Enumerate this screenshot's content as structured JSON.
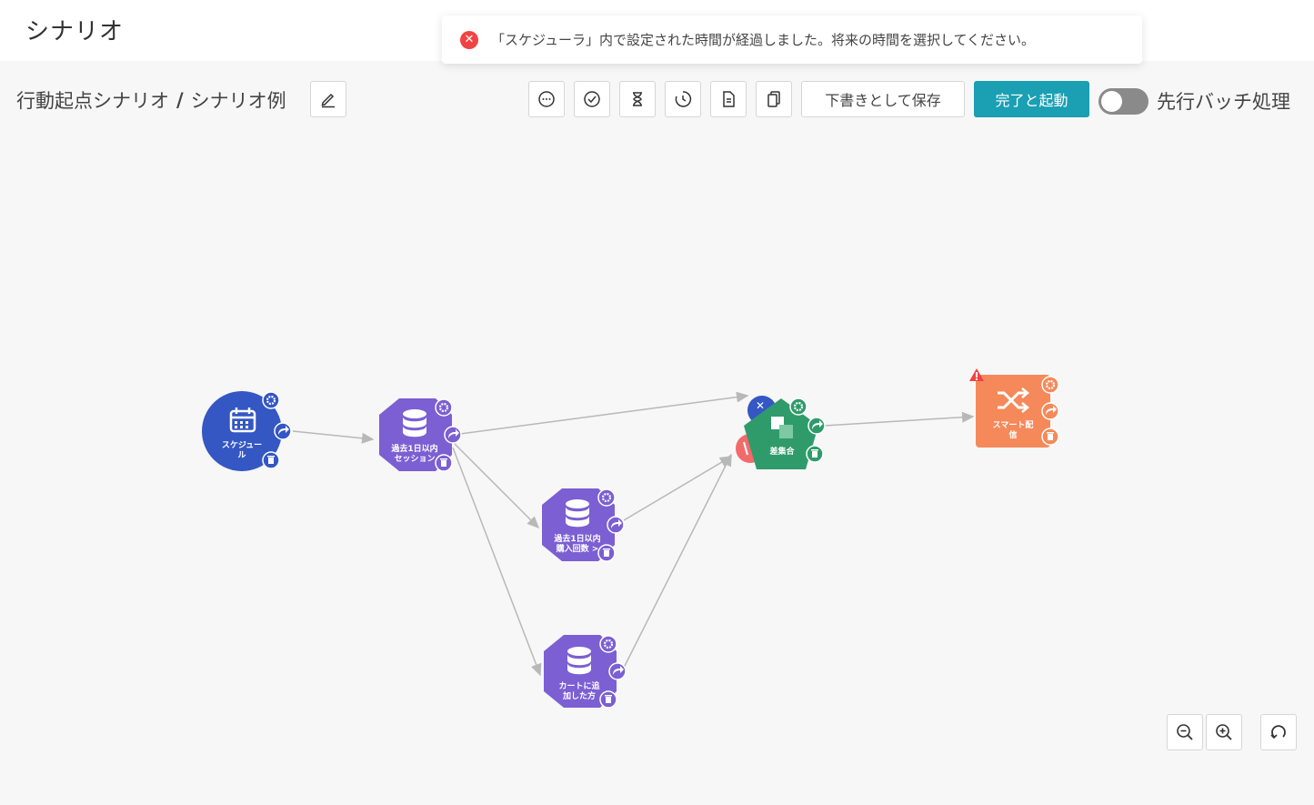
{
  "header": {
    "title": "シナリオ"
  },
  "toast": {
    "message": "「スケジューラ」内で設定された時間が経過しました。将来の時間を選択してください。",
    "type": "error"
  },
  "breadcrumb": {
    "parent": "行動起点シナリオ",
    "separator": "/",
    "current": "シナリオ例"
  },
  "toolbar": {
    "icons": [
      "comment-icon",
      "check-circle-icon",
      "hourglass-icon",
      "history-icon",
      "document-icon",
      "copy-icon"
    ],
    "draft_label": "下書きとして保存",
    "launch_label": "完了と起動",
    "batch_label": "先行バッチ処理",
    "batch_enabled": false
  },
  "nodes": {
    "schedule": {
      "label1": "スケジュー",
      "label2": "ル",
      "color": "#3457c4"
    },
    "session": {
      "label1": "過去1日以内",
      "label2": "セッション",
      "color": "#7b5fd3"
    },
    "purchase": {
      "label1": "過去1日以内",
      "label2": "購入回数 >",
      "color": "#7b5fd3"
    },
    "cart": {
      "label1": "カートに追",
      "label2": "加した方",
      "color": "#7b5fd3"
    },
    "diff": {
      "label1": "差集合",
      "color": "#2f9b6b"
    },
    "smart": {
      "label1": "スマート配",
      "label2": "信",
      "color": "#f5895a"
    }
  },
  "colors": {
    "accent": "#1a9fb3",
    "error": "#ef4444",
    "edge": "#b8b8b8"
  }
}
